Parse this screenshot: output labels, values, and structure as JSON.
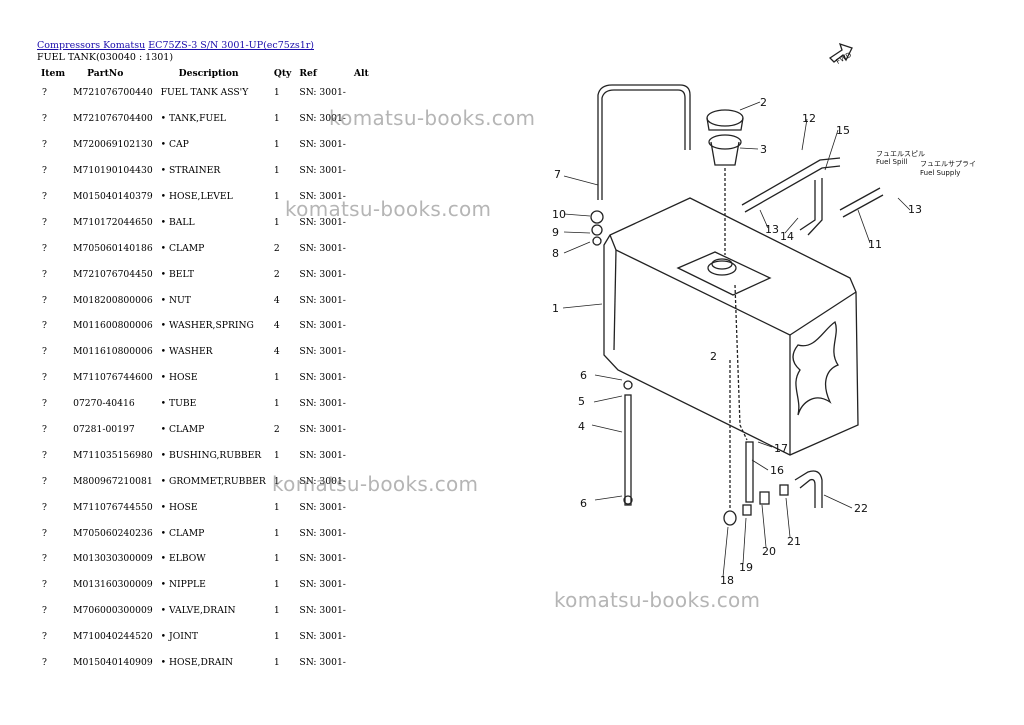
{
  "breadcrumb": {
    "link1": "Compressors Komatsu",
    "link2": "EC75ZS-3 S/N 3001-UP(ec75zs1r)"
  },
  "subtitle": "FUEL TANK(030040 : 1301)",
  "columns": {
    "item": "Item",
    "partno": "PartNo",
    "description": "Description",
    "qty": "Qty",
    "ref": "Ref",
    "alt": "Alt"
  },
  "rows": [
    {
      "item": "?",
      "partno": "M721076700440",
      "desc": "FUEL TANK ASS'Y",
      "qty": "1",
      "ref": "SN: 3001-"
    },
    {
      "item": "?",
      "partno": "M721076704400",
      "desc": "• TANK,FUEL",
      "qty": "1",
      "ref": "SN: 3001-"
    },
    {
      "item": "?",
      "partno": "M720069102130",
      "desc": "• CAP",
      "qty": "1",
      "ref": "SN: 3001-"
    },
    {
      "item": "?",
      "partno": "M710190104430",
      "desc": "• STRAINER",
      "qty": "1",
      "ref": "SN: 3001-"
    },
    {
      "item": "?",
      "partno": "M015040140379",
      "desc": "• HOSE,LEVEL",
      "qty": "1",
      "ref": "SN: 3001-"
    },
    {
      "item": "?",
      "partno": "M710172044650",
      "desc": "• BALL",
      "qty": "1",
      "ref": "SN: 3001-"
    },
    {
      "item": "?",
      "partno": "M705060140186",
      "desc": "• CLAMP",
      "qty": "2",
      "ref": "SN: 3001-"
    },
    {
      "item": "?",
      "partno": "M721076704450",
      "desc": "• BELT",
      "qty": "2",
      "ref": "SN: 3001-"
    },
    {
      "item": "?",
      "partno": "M018200800006",
      "desc": "• NUT",
      "qty": "4",
      "ref": "SN: 3001-"
    },
    {
      "item": "?",
      "partno": "M011600800006",
      "desc": "• WASHER,SPRING",
      "qty": "4",
      "ref": "SN: 3001-"
    },
    {
      "item": "?",
      "partno": "M011610800006",
      "desc": "• WASHER",
      "qty": "4",
      "ref": "SN: 3001-"
    },
    {
      "item": "?",
      "partno": "M711076744600",
      "desc": "• HOSE",
      "qty": "1",
      "ref": "SN: 3001-"
    },
    {
      "item": "?",
      "partno": "07270-40416",
      "desc": "• TUBE",
      "qty": "1",
      "ref": "SN: 3001-"
    },
    {
      "item": "?",
      "partno": "07281-00197",
      "desc": "• CLAMP",
      "qty": "2",
      "ref": "SN: 3001-"
    },
    {
      "item": "?",
      "partno": "M711035156980",
      "desc": "• BUSHING,RUBBER",
      "qty": "1",
      "ref": "SN: 3001-"
    },
    {
      "item": "?",
      "partno": "M800967210081",
      "desc": "• GROMMET,RUBBER",
      "qty": "1",
      "ref": "SN: 3001-"
    },
    {
      "item": "?",
      "partno": "M711076744550",
      "desc": "• HOSE",
      "qty": "1",
      "ref": "SN: 3001-"
    },
    {
      "item": "?",
      "partno": "M705060240236",
      "desc": "• CLAMP",
      "qty": "1",
      "ref": "SN: 3001-"
    },
    {
      "item": "?",
      "partno": "M013030300009",
      "desc": "• ELBOW",
      "qty": "1",
      "ref": "SN: 3001-"
    },
    {
      "item": "?",
      "partno": "M013160300009",
      "desc": "• NIPPLE",
      "qty": "1",
      "ref": "SN: 3001-"
    },
    {
      "item": "?",
      "partno": "M706000300009",
      "desc": "• VALVE,DRAIN",
      "qty": "1",
      "ref": "SN: 3001-"
    },
    {
      "item": "?",
      "partno": "M710040244520",
      "desc": "• JOINT",
      "qty": "1",
      "ref": "SN: 3001-"
    },
    {
      "item": "?",
      "partno": "M015040140909",
      "desc": "• HOSE,DRAIN",
      "qty": "1",
      "ref": "SN: 3001-"
    }
  ],
  "watermark": "komatsu-books.com",
  "diagram": {
    "callouts": [
      "1",
      "2",
      "3",
      "4",
      "5",
      "6",
      "6",
      "7",
      "8",
      "9",
      "10",
      "11",
      "12",
      "13",
      "13",
      "14",
      "15",
      "16",
      "17",
      "18",
      "19",
      "20",
      "21",
      "22"
    ],
    "label_fuel_spill_jp": "フュエルスピル",
    "label_fuel_spill": "Fuel Spill",
    "label_fuel_supply_jp": "フュエルサプライ",
    "label_fuel_supply": "Fuel Supply",
    "arrow_label": "FWD",
    "label_hose_mark": "2"
  }
}
